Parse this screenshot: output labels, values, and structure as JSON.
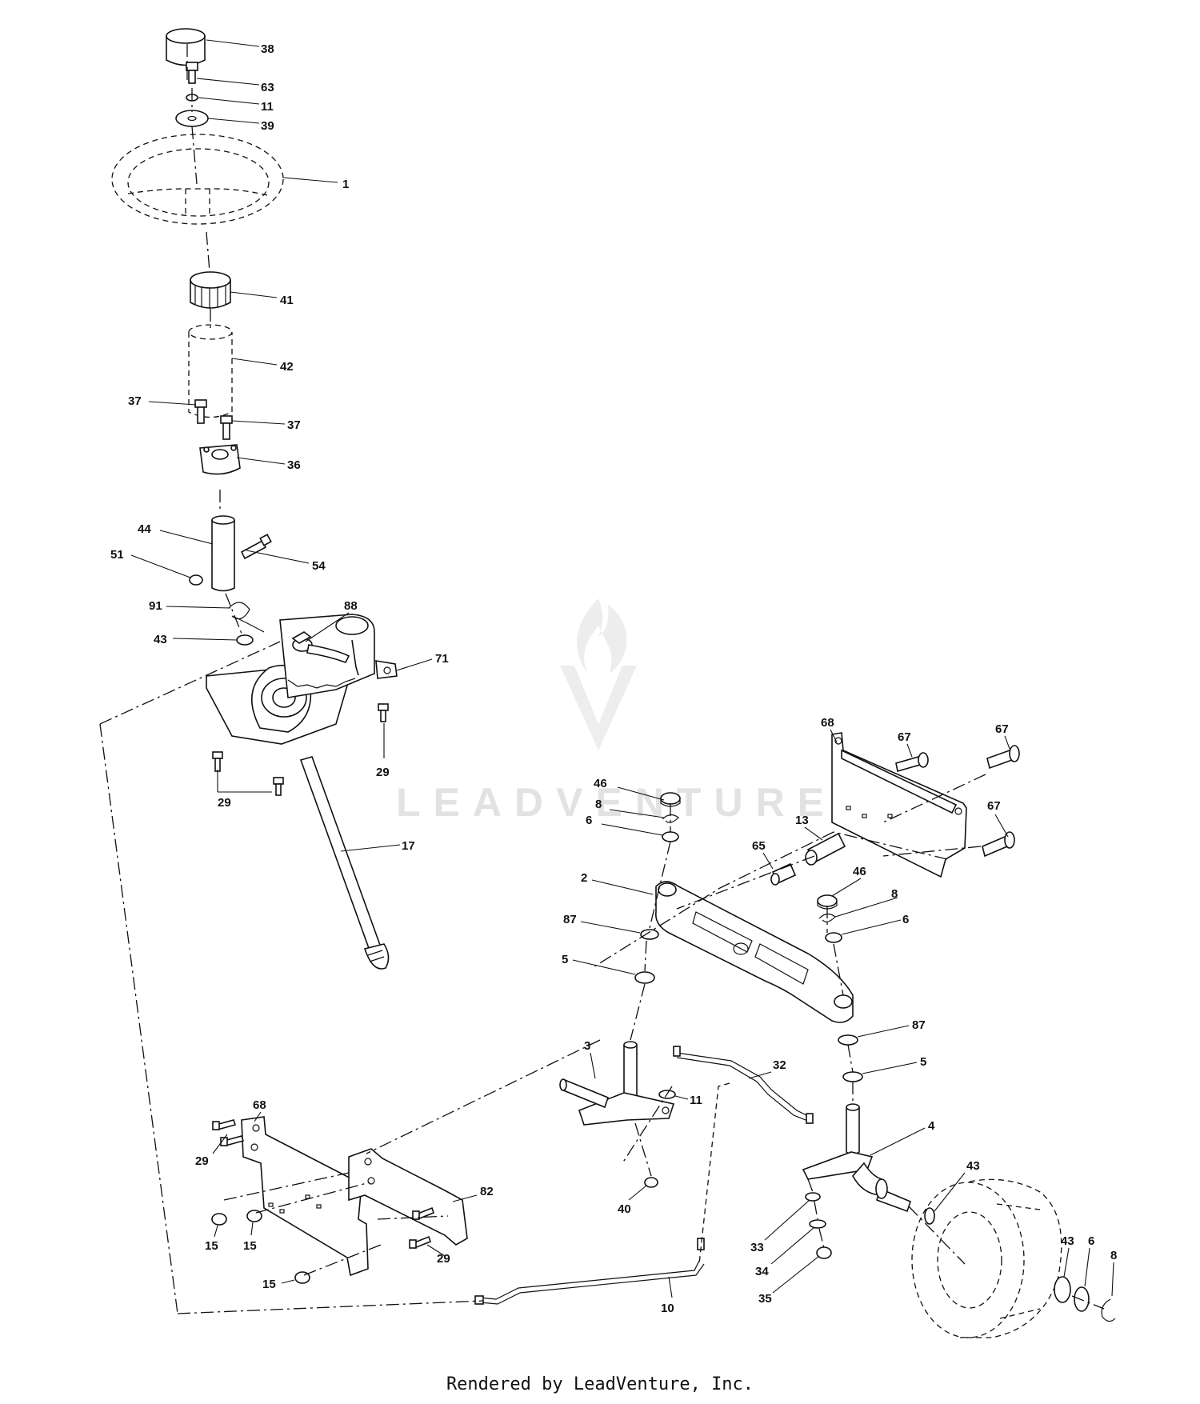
{
  "watermark": {
    "text": "LEADVENTURE"
  },
  "footer": {
    "text": "Rendered by LeadVenture, Inc."
  },
  "callouts": [
    {
      "id": "c38a",
      "label": "38"
    },
    {
      "id": "c63a",
      "label": "63"
    },
    {
      "id": "c11a",
      "label": "11"
    },
    {
      "id": "c39a",
      "label": "39"
    },
    {
      "id": "c1a",
      "label": "1"
    },
    {
      "id": "c41a",
      "label": "41"
    },
    {
      "id": "c42a",
      "label": "42"
    },
    {
      "id": "c37a",
      "label": "37"
    },
    {
      "id": "c37b",
      "label": "37"
    },
    {
      "id": "c36a",
      "label": "36"
    },
    {
      "id": "c44a",
      "label": "44"
    },
    {
      "id": "c51a",
      "label": "51"
    },
    {
      "id": "c54a",
      "label": "54"
    },
    {
      "id": "c91a",
      "label": "91"
    },
    {
      "id": "c88a",
      "label": "88"
    },
    {
      "id": "c43a",
      "label": "43"
    },
    {
      "id": "c71a",
      "label": "71"
    },
    {
      "id": "c29a",
      "label": "29"
    },
    {
      "id": "c29b",
      "label": "29"
    },
    {
      "id": "c17a",
      "label": "17"
    },
    {
      "id": "c68a",
      "label": "68"
    },
    {
      "id": "c67a",
      "label": "67"
    },
    {
      "id": "c67b",
      "label": "67"
    },
    {
      "id": "c67c",
      "label": "67"
    },
    {
      "id": "c46a",
      "label": "46"
    },
    {
      "id": "c8a",
      "label": "8"
    },
    {
      "id": "c6a",
      "label": "6"
    },
    {
      "id": "c13a",
      "label": "13"
    },
    {
      "id": "c65a",
      "label": "65"
    },
    {
      "id": "c46b",
      "label": "46"
    },
    {
      "id": "c8b",
      "label": "8"
    },
    {
      "id": "c6b",
      "label": "6"
    },
    {
      "id": "c2a",
      "label": "2"
    },
    {
      "id": "c87a",
      "label": "87"
    },
    {
      "id": "c5a",
      "label": "5"
    },
    {
      "id": "c87b",
      "label": "87"
    },
    {
      "id": "c5b",
      "label": "5"
    },
    {
      "id": "c3a",
      "label": "3"
    },
    {
      "id": "c32a",
      "label": "32"
    },
    {
      "id": "c11b",
      "label": "11"
    },
    {
      "id": "c4a",
      "label": "4"
    },
    {
      "id": "c68b",
      "label": "68"
    },
    {
      "id": "c29c",
      "label": "29"
    },
    {
      "id": "c82a",
      "label": "82"
    },
    {
      "id": "c40a",
      "label": "40"
    },
    {
      "id": "c43b",
      "label": "43"
    },
    {
      "id": "c43c",
      "label": "43"
    },
    {
      "id": "c6c",
      "label": "6"
    },
    {
      "id": "c8c",
      "label": "8"
    },
    {
      "id": "c33a",
      "label": "33"
    },
    {
      "id": "c34a",
      "label": "34"
    },
    {
      "id": "c35a",
      "label": "35"
    },
    {
      "id": "c15a",
      "label": "15"
    },
    {
      "id": "c15b",
      "label": "15"
    },
    {
      "id": "c15c",
      "label": "15"
    },
    {
      "id": "c29d",
      "label": "29"
    },
    {
      "id": "c10a",
      "label": "10"
    }
  ]
}
